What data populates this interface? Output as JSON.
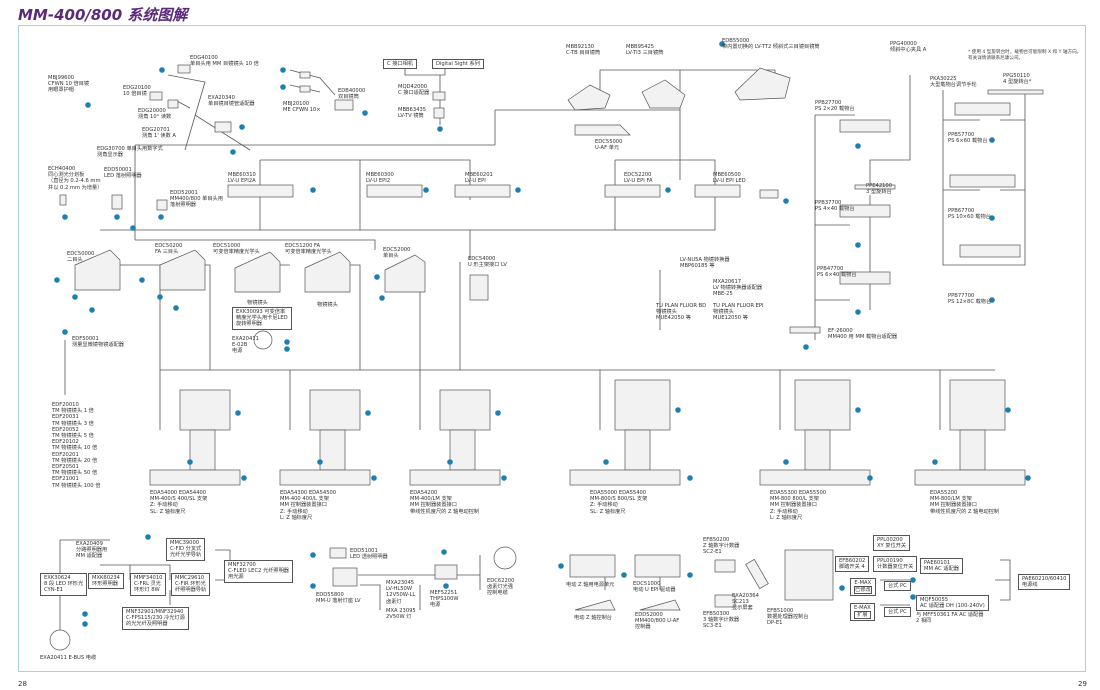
{
  "title": "MM-400/800 系统图解",
  "pages": {
    "left": "28",
    "right": "29"
  },
  "note": "* 使用 4 型旋转台时，载物台可能限制 X 和 Y 轴方向。\n有关详情请联系尼康公司。",
  "colors": {
    "title": "#5a2a7a",
    "frame": "#a9cfe0",
    "badge": "#1e7fb0",
    "line": "#555555"
  },
  "labels": {
    "MBJ99600": "MBJ99600\nCFWN 10 倍目镜\n用眼罩护帽",
    "EDG40100": "EDG40100\n单目头用 MM 目镜镜头 10 倍",
    "EDG20100": "EDG20100\n10 倍目镜",
    "EXA20340": "EXA20340\n单目镜目镜管适配器",
    "EDG20000": "EDG20000\n测角 10° 读数",
    "EDG20701": "EDG20701\n测角 1' 读数 A",
    "EDG30700": "EDG30700 单目头用数字式\n测角显示器",
    "EDB40000": "EDB40000\n双目镜筒",
    "MBJ20100": "MBJ20100\nME CFWN 10×",
    "ECH40400": "ECH40400\n同心测光分划板\n（直径为 0.2-4.6 mm\n并以 0.2 mm 为增量）",
    "EDD50001": "EDD50001\nLED 落射照明器",
    "EDD52001": "EDD52001\nMM400/800 单目头用\n落射照明器",
    "MQD42000": "MQD42000\nC 接口适配器",
    "MBB63435": "MBB63435\nLV-TV 镜筒",
    "MBB92130": "MBB92130\nC-TB 目目镜筒",
    "MBB95425": "MBB95425\nLV-TI3 三目镜筒",
    "EDB55000": "EDB55000\n带内置切换的 LV-TT2 倾斜式三目镜目镜筒",
    "EDC55000": "EDC55000\nU-AF 单元",
    "MBE60310": "MBE60310\nLV-U EPI2A",
    "MBE60300": "MBE60300\nLV-U EPI2",
    "MBE60201": "MBE60201\nLV-U EPI",
    "EDC52200": "EDC52200\nLV-U EPI FA",
    "MBE60500": "MBE60500\nLV-U EPI LED",
    "PPG40000": "PPG40000\n倾斜中心夹具 A",
    "PKA30225": "PKA30225\n大型载物台调节手轮",
    "PPG50110": "PPG50110\n4 型旋转台*",
    "PPB27700": "PPB27700\nPS 2×20 载物台",
    "PPB57700": "PPB57700\nPS 6×60 载物台",
    "PPE42100": "PPE42100\n3 型旋转台",
    "PPB37700": "PPB37700\nPS 4×40 载物台",
    "PPB67700": "PPB67700\nPS 10×60 载物台",
    "PPB47700": "PPB47700\nPS 6×40 载物台",
    "PPB77700": "PPB77700\nPS 12×8C 载物台",
    "EF26000": "EF-26000\nMM400 用 MM 载物台适配器",
    "EDC50000": "EDC50000\n二目头",
    "EDC50200": "EDC50200\nFA 三目头",
    "EDC51000": "EDC51000\n可变倍率精度光学头",
    "EDC51200": "EDC51200 FA\n可变倍率精度光学头",
    "EDC52000": "EDC52000\n单目头",
    "EDC54000": "EDC54000\nU 形主架接口 LV",
    "obj1": "物镜镜头",
    "obj2": "物镜镜头",
    "EXK30093": "EXK30093 可变倍率\n精度光学头用卡尼LED\n旋转照明器",
    "EXA20411a": "EXA20411\nE-02B\n电源",
    "EDF50001": "EDF50001\n测量显微镜物镜适配器",
    "LVNU5A": "LV-NU5A 物镜转换器\nMBP60185 等",
    "MXA20617": "MXA20617\nLV 物镜转换器适配器\nMBE-25",
    "TUBD": "TU PLAN FLUOR BD\n物镜镜头\nMUE42050 等",
    "TUEPI": "TU PLAN FLUOR EPI\n物镜镜头\nMUE12050 等",
    "objectives": "EDF20010\nTM 物镜镜头 1 倍\nEDF20031\nTM 物镜镜头 3 倍\nEDF20052\nTM 物镜镜头 5 倍\nEDF20102\nTM 物镜镜头 10 倍\nEDF20201\nTM 物镜镜头 20 倍\nEDF20501\nTM 物镜镜头 50 倍\nEDF21001\nTM 物镜镜头 100 倍",
    "stand1": "EDA54000 EDA54400\nMM-400/S 400/SL 支架\nZ: 手动移动\nSL: Z 轴标度尺",
    "stand2": "EDA54300 EDA54500\nMM-400 400/L 支架\nMM 控制器装置接口\nZ: 手动移动\nL: Z 轴标度尺",
    "stand3": "EDA54200\nMM-400/LM 支架\nMM 控制器装置接口\n带线性机度尺的 Z 轴电动控制",
    "stand4": "EDA55000 EDA55400\nMM-800/S 800/SL 支架\nZ: 手动移动\nSL: Z 轴标度尺",
    "stand5": "EDA55300 EDA55500\nMM-800 800/L 支架\nMM 控制器装置接口\nZ: 手动移动\nL: Z 轴标度尺",
    "stand6": "EDA55200\nMM-800/LM 支架\nMM 控制器装置接口\n带线性机度尺的 Z 轴电动控制",
    "EXA20409": "EXA20409\n分路照明器用\nMM 适配器",
    "MMC39000": "MMC39000\nC-FID 分叉式\n光纤光学导轨",
    "MNF32700": "MNF32700\nC-FLED LEC2 光纤照明器\n用光源",
    "EXK30624": "EXK30624\n8 段 LED 环形光\nCYN-E1",
    "MXK60234": "MXK60234\n环形照明器",
    "MMF34010": "MMF34010\nC-FRL 灵光\n环形灯 8W",
    "MMC29610": "MMC29610\nC-FIR 环形光\n纤照明器导轨",
    "MNF32901": "MNF32901/MNF32940\nC-FPS115/230 冷光灯源\n的光光纤及照明器",
    "EXA20411b": "EXA20411 E-BUS 电缆",
    "EDD51001": "EDD51001\nLED 透射照明器",
    "EDD55800": "EDD55800\nMM-U 落射灯座 LV",
    "MXA23045": "MXA23045\nLV-HL50W\n12V50W-LL\n卤素灯",
    "MXA23095": "MXA 23095\n2V50W 灯",
    "MEF52251": "MEF52251\nTHPS100W\n电源",
    "EDC62200": "EDC62200\n卤素灯光强\n控制电缆",
    "zpower": "电动 Z 轴用电源单元",
    "zconsole": "电动 Z 轴控制台",
    "EDC51000b": "EDC51000\n电动 U EPI 驱动器",
    "EDD52000": "EDD52000\nMM400/800 U-AF\n控制器",
    "EFB50200": "EFB50200\nZ 轴数字计数器\nSC2-E1",
    "EFB50300": "EFB50300\n3 轴数字计数器\nSC3-E1",
    "EXA20364": "EXA20364\nSC213\n显示屏套",
    "EFB51000": "EFB51000\n数据处理器控制台\nDP-E1",
    "MQF50055note": "与 MFF50361 FA AC 适配器\n2 相同"
  },
  "boxes": {
    "ccamera": "C 接口相机",
    "digitalsight": "Digital Sight 系列",
    "EFB60202": "EFB60202\n脚踏开关 4",
    "PPL00200": "PPL00200\nXY 复位开关",
    "PPL00190": "PPL00190\n计数器复位开关",
    "emax1": "E-MAX",
    "emax1sub": "已修改",
    "emax2": "E-MAX",
    "emax2sub": "扩展",
    "pc1": "台式 PC",
    "pc2": "台式 PC",
    "PAE60101": "PAE60101\nMM AC 适配器",
    "MQF50055": "MQF50055\nAC 适配器 DH (100-240V)",
    "PAE60210": "PAE60210/60410\n电源线"
  }
}
